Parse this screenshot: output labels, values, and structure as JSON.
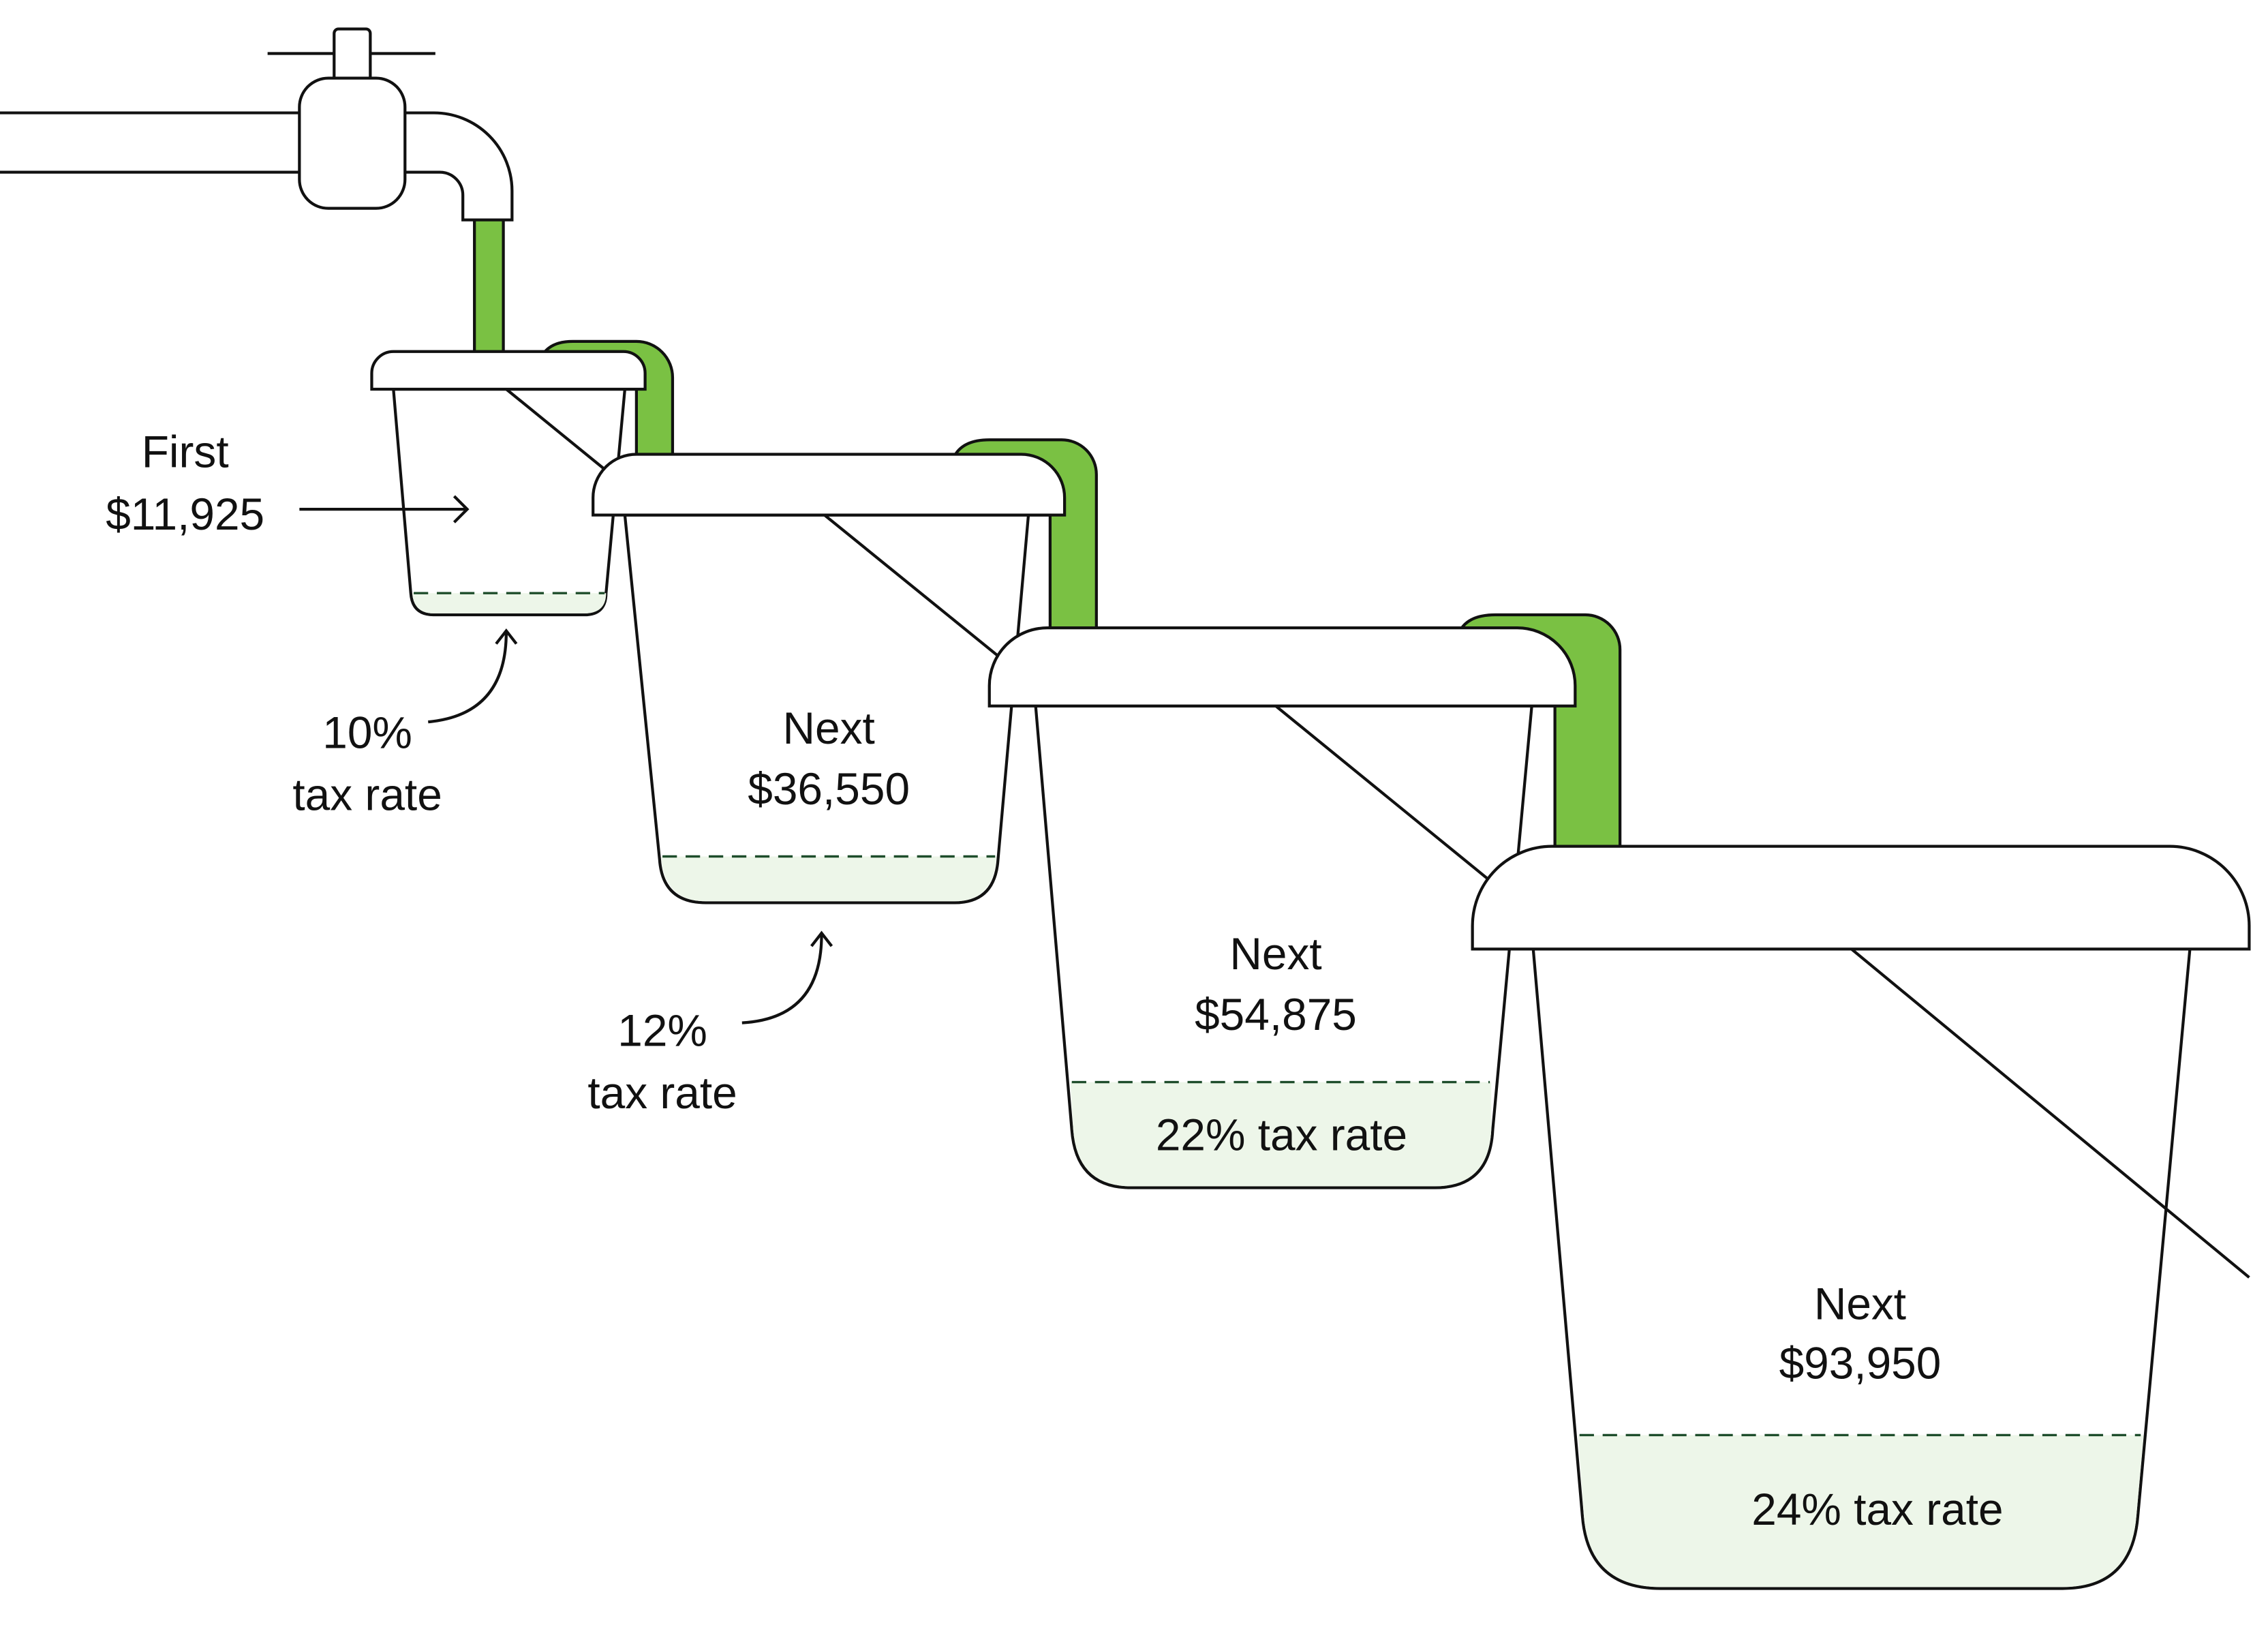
{
  "colors": {
    "water": "#7AC143",
    "bucket_fill": "#EDF6E9",
    "dash": "#1E4D2B",
    "outline": "#111111"
  },
  "buckets": [
    {
      "line1": "First",
      "line2": "$11,925",
      "rate_line1": "10%",
      "rate_line2": "tax rate"
    },
    {
      "line1": "Next",
      "line2": "$36,550",
      "rate_line1": "12%",
      "rate_line2": "tax rate"
    },
    {
      "line1": "Next",
      "line2": "$54,875",
      "rate": "22% tax rate"
    },
    {
      "line1": "Next",
      "line2": "$93,950",
      "rate": "24% tax rate"
    }
  ]
}
